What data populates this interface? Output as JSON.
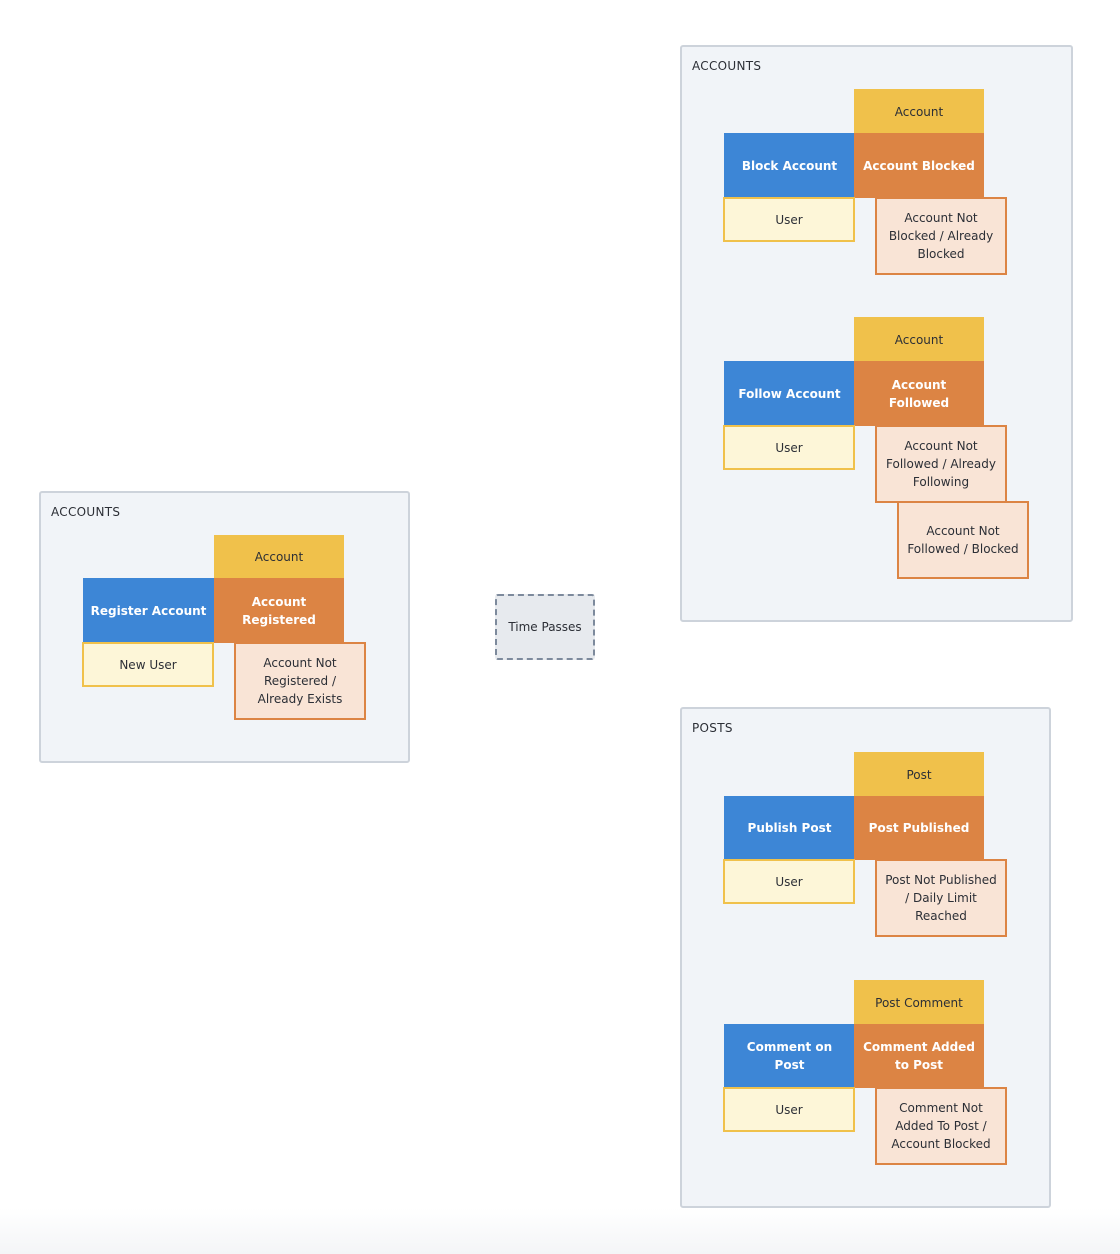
{
  "colors": {
    "aggregate": "#f0c14b",
    "command": "#3d86d6",
    "event": "#dc8444",
    "actor": "#fdf6d8",
    "failure": "#f9e4d6",
    "group_background": "#f1f4f8"
  },
  "groups": {
    "accounts_register": {
      "label": "ACCOUNTS",
      "aggregate": "Account",
      "command": "Register Account",
      "event": "Account Registered",
      "actor": "New User",
      "failures": [
        "Account Not Registered / Already Exists"
      ]
    },
    "accounts_social": {
      "label": "ACCOUNTS",
      "flows": [
        {
          "aggregate": "Account",
          "command": "Block Account",
          "event": "Account Blocked",
          "actor": "User",
          "failures": [
            "Account Not Blocked / Already Blocked"
          ]
        },
        {
          "aggregate": "Account",
          "command": "Follow Account",
          "event": "Account Followed",
          "actor": "User",
          "failures": [
            "Account Not Followed / Already Following",
            "Account Not Followed / Blocked"
          ]
        }
      ]
    },
    "posts": {
      "label": "POSTS",
      "flows": [
        {
          "aggregate": "Post",
          "command": "Publish Post",
          "event": "Post Published",
          "actor": "User",
          "failures": [
            "Post Not Published / Daily Limit Reached"
          ]
        },
        {
          "aggregate": "Post Comment",
          "command": "Comment on Post",
          "event": "Comment Added to Post",
          "actor": "User",
          "failures": [
            "Comment Not Added To Post / Account Blocked"
          ]
        }
      ]
    }
  },
  "time_passes": "Time Passes"
}
